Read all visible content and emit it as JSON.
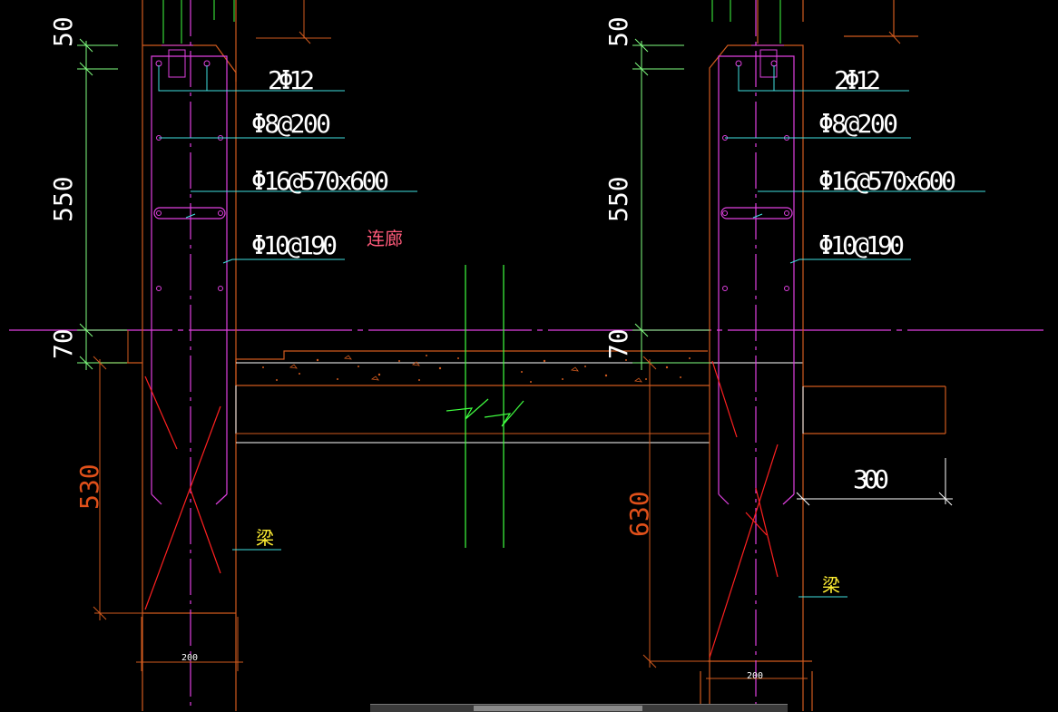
{
  "drawing": {
    "left": {
      "rebar_top": "2Φ12",
      "stirrup": "Φ8@200",
      "tie": "Φ16@570x600",
      "dist_bar": "Φ10@190",
      "dim_50": "50",
      "dim_550": "550",
      "dim_70": "70",
      "dim_530": "530",
      "dim_200": "200",
      "beam_label": "梁"
    },
    "right": {
      "rebar_top": "2Φ12",
      "stirrup": "Φ8@200",
      "tie": "Φ16@570x600",
      "dist_bar": "Φ10@190",
      "dim_50": "50",
      "dim_550": "550",
      "dim_70": "70",
      "dim_630": "630",
      "dim_200": "200",
      "dim_300": "300",
      "beam_label": "梁"
    },
    "corridor_label": "连廊"
  },
  "colors": {
    "background": "#000000",
    "rebar": "#e040e0",
    "outline": "#d05a1e",
    "dimension_green": "#80ff80",
    "leader_cyan": "#40e0e0",
    "break_green": "#40ff40",
    "cut_red": "#ff2020",
    "label_pink": "#ff5a7a",
    "label_yellow": "#ffee33"
  },
  "scrollbar": {
    "visible": true
  }
}
